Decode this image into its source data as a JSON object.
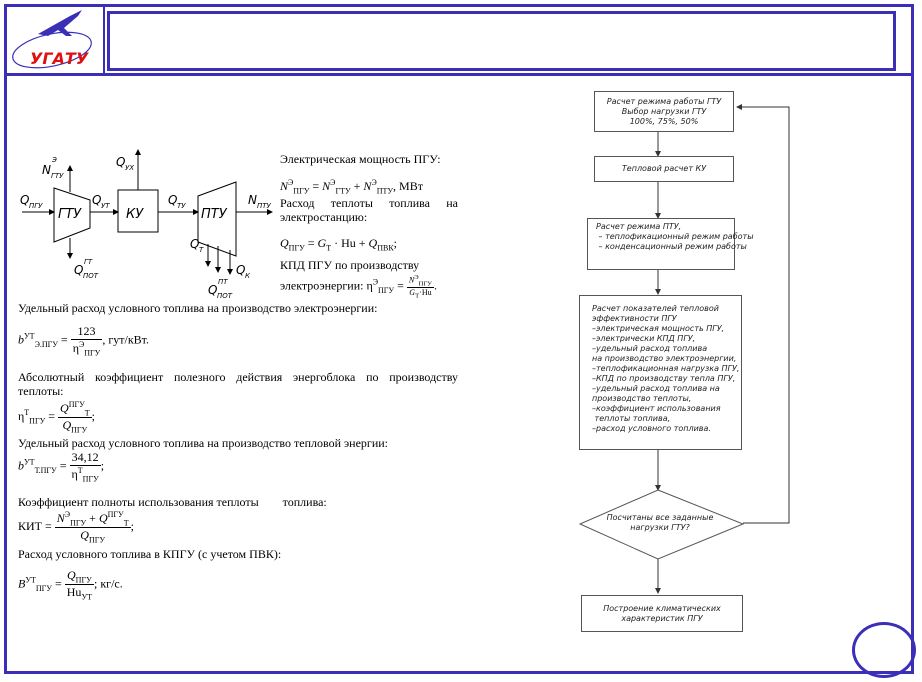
{
  "header": {
    "logo_text": "УГАТУ"
  },
  "scheme": {
    "q_pgu": "Q",
    "q_pgu_sub": "ПГУ",
    "gtu": "ГТУ",
    "ku": "КУ",
    "ptu": "ПТУ",
    "n_gtu": "N",
    "n_gtu_sup": "Э",
    "n_gtu_sub": "ГТУ",
    "q_yt": "Q",
    "q_yt_sub": "УТ",
    "q_yx": "Q",
    "q_yx_sub": "УХ",
    "q_ty": "Q",
    "q_ty_sub": "ТУ",
    "n_ptu": "N",
    "n_ptu_sub": "ПТУ",
    "q_pot_gt": "Q",
    "q_pot_gt_sup": "ГТ",
    "q_pot_gt_sub": "ПОТ",
    "q_t": "Q",
    "q_t_sub": "Т",
    "q_k": "Q",
    "q_k_sub": "К",
    "q_pot_pt": "Q",
    "q_pot_pt_sup": "ПТ",
    "q_pot_pt_sub": "ПОТ"
  },
  "text": {
    "el_power": "Электрическая мощность ПГУ:",
    "heat_fuel": "Расход теплоты топлива на электростанцию:",
    "kpd": "КПД ПГУ по производству",
    "kpd_tail": "электроэнергии:",
    "spec_fuel_el": "Удельный расход условного топлива на производство электроэнергии:",
    "abs_coef": "Абсолютный коэффициент полезного действия энергоблока по производству теплоты:",
    "spec_fuel_heat": "Удельный расход условного топлива на производство тепловой энергии:",
    "kit_title": "Коэффициент полноты использования теплоты        топлива:",
    "fuel_kpgu": "Расход условного топлива в КПГУ (с учетом ПВК):"
  },
  "formulas": {
    "f1_unit": ", МВт",
    "f_b_num": "123",
    "f_b_unit": ", гут/кВт.",
    "f_bt_num": "34,12",
    "f_last_unit": "; кг/с."
  },
  "flow": {
    "box1": "Расчет режима работы ГТУ\nВыбор нагрузки ГТУ\n100%, 75%, 50%",
    "box2": "Тепловой расчет КУ",
    "box3": "Расчет режима ПТУ,\n – теплофикационный режим работы\n – конденсационный режим работы",
    "box4": "Расчет показателей тепловой\nэффективности ПГУ\n–электрическая мощность ПГУ,\n–электрически КПД ПГУ,\n–удельный расход топлива\nна производство электроэнергии,\n–теплофикационная нагрузка ПГУ,\n–КПД по производству тепла ПГУ,\n–удельный расход топлива на\nпроизводство теплоты,\n–коэффициент использования\n теплоты топлива,\n–расход условного топлива.",
    "decision": "Посчитаны все заданные\nнагрузки ГТУ?",
    "box5": "Построение климатических\nхарактеристик ПГУ"
  }
}
